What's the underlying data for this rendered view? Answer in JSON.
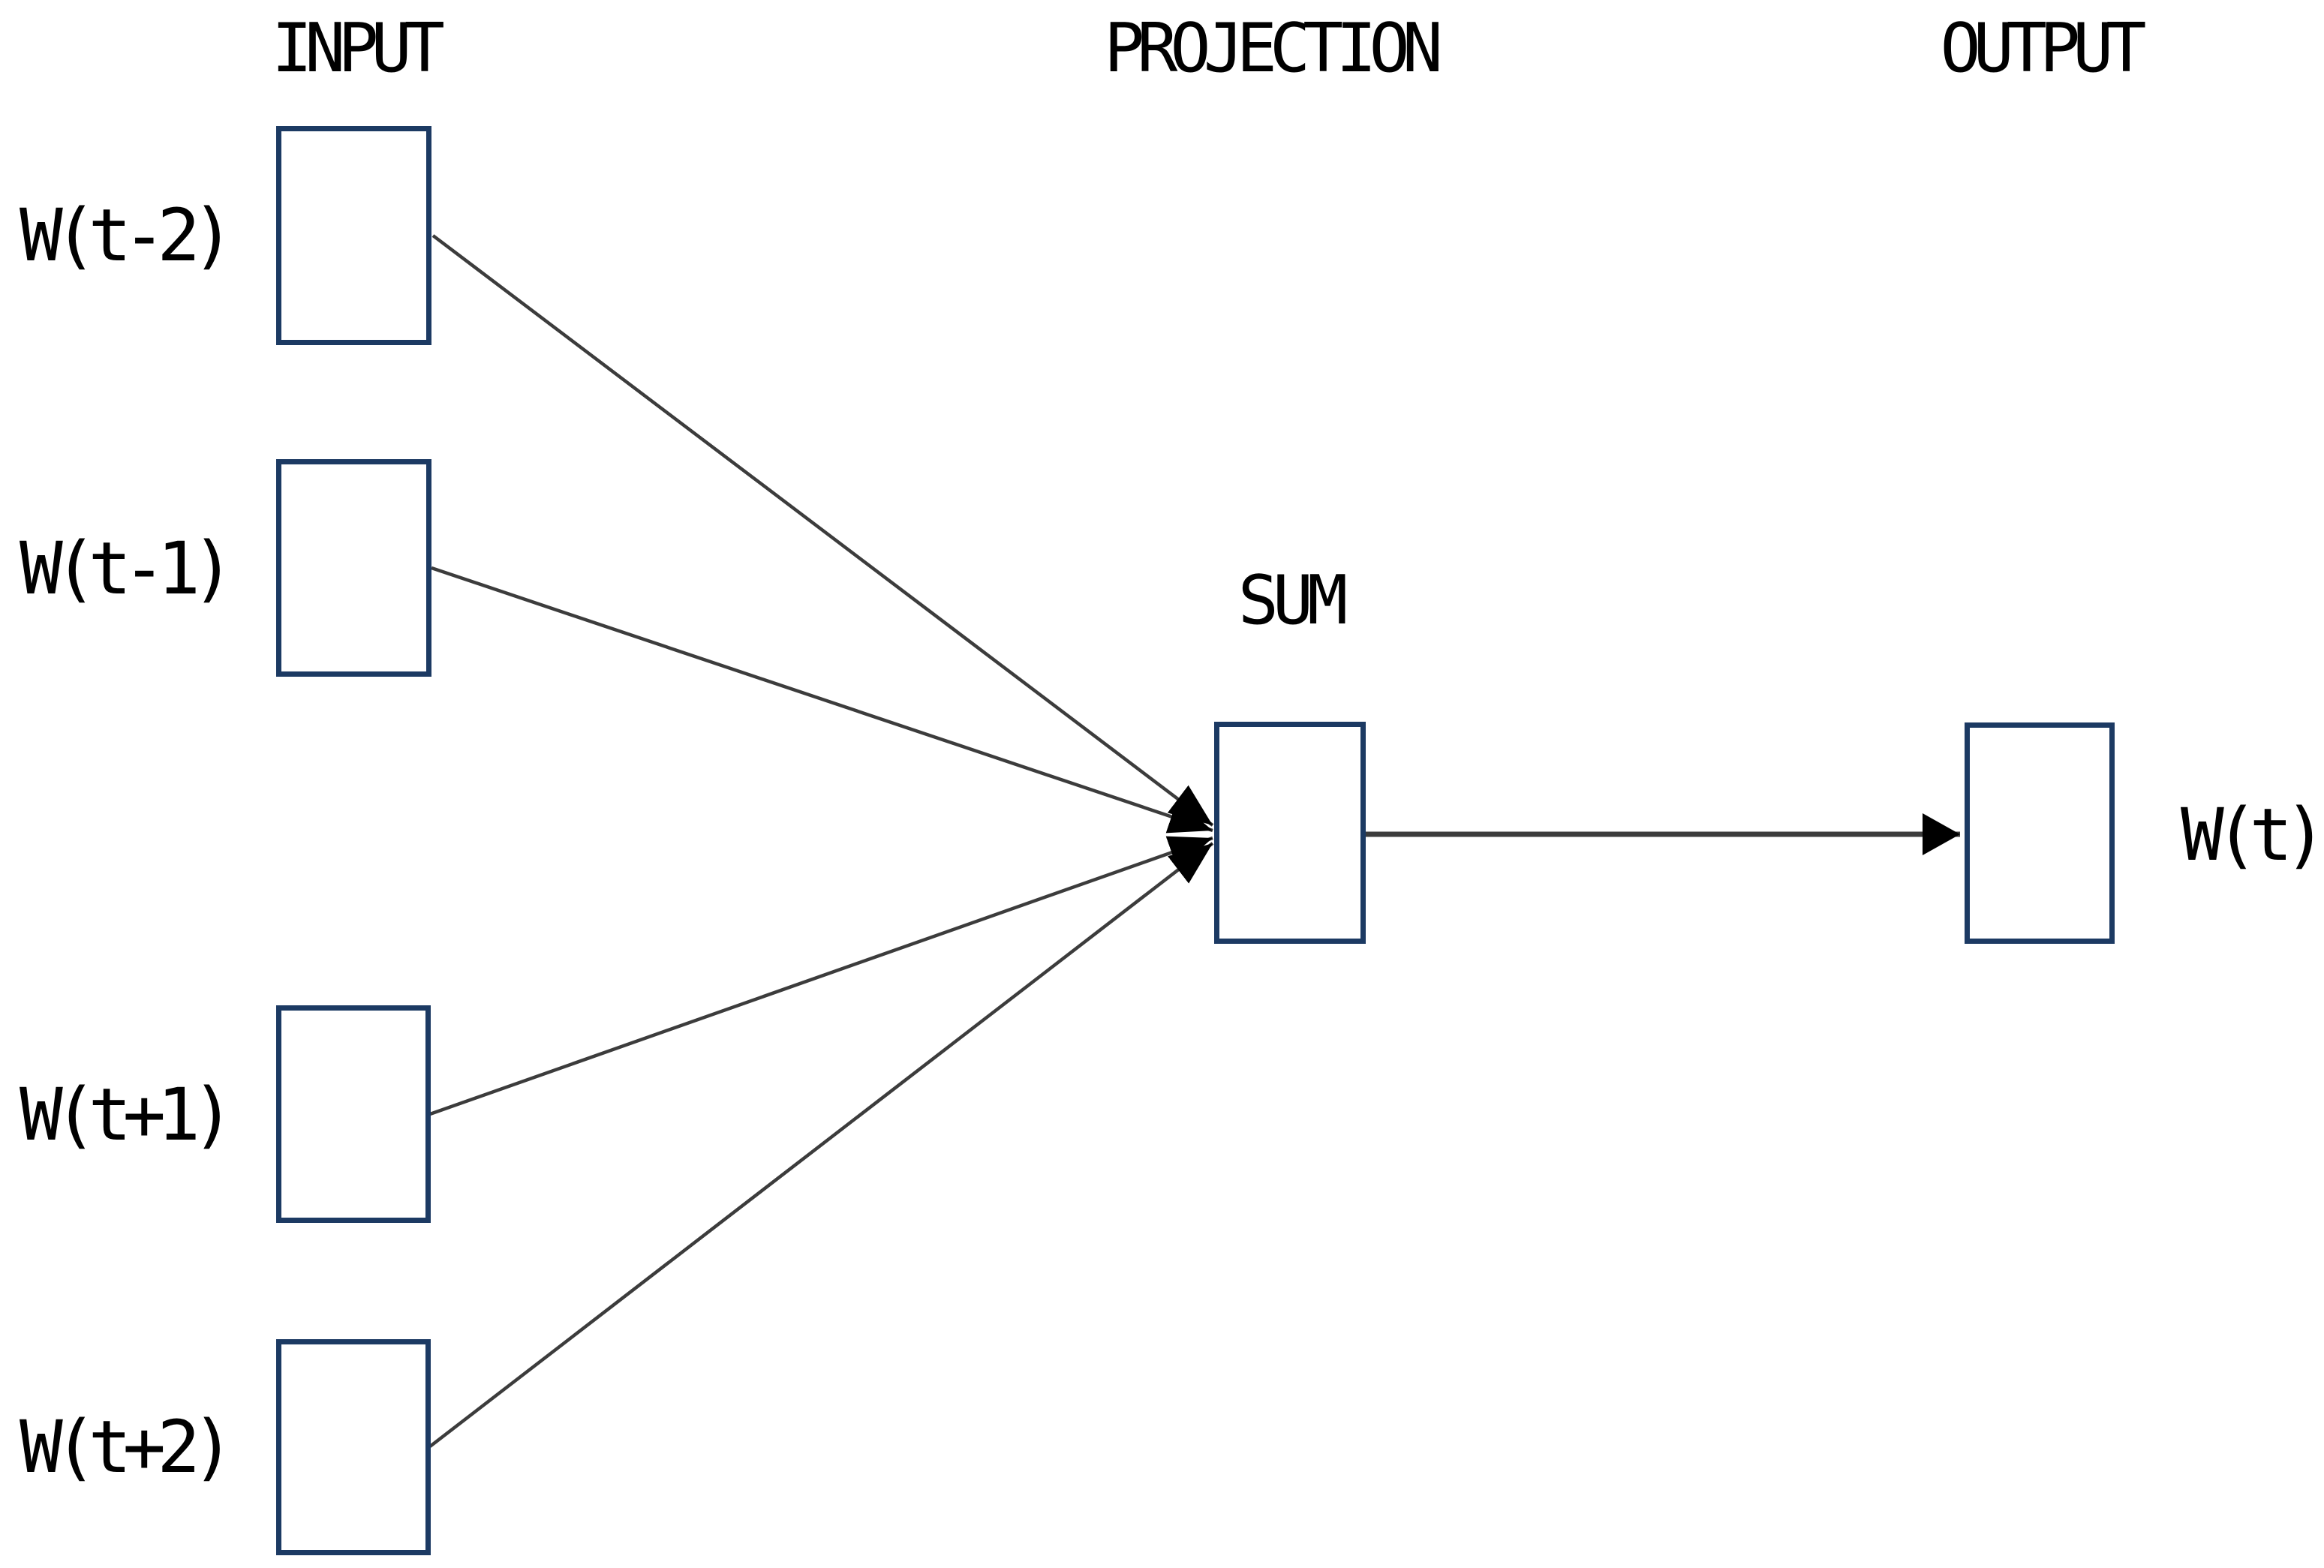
{
  "diagram": {
    "headers": {
      "input": "INPUT",
      "projection": "PROJECTION",
      "output": "OUTPUT"
    },
    "input_nodes": [
      {
        "label": "W(t-2)"
      },
      {
        "label": "W(t-1)"
      },
      {
        "label": "W(t+1)"
      },
      {
        "label": "W(t+2)"
      }
    ],
    "projection_node": {
      "label": "SUM"
    },
    "output_node": {
      "label": "W(t)"
    },
    "colors": {
      "box_border": "#1c3a63",
      "connector_line": "#3c3c3c",
      "arrowhead": "#000000",
      "text": "#000000",
      "background": "#ffffff"
    }
  }
}
